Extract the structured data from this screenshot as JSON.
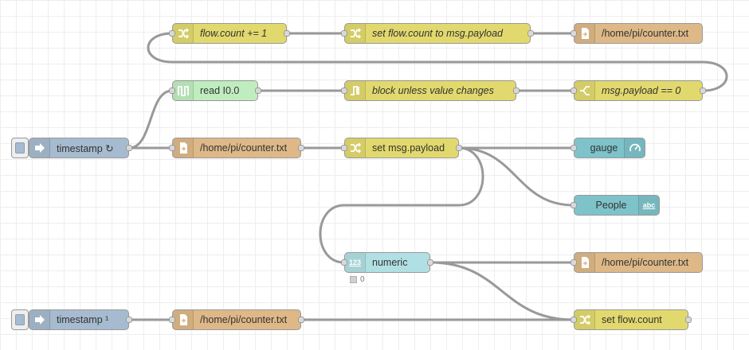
{
  "nodes": {
    "flow_count_inc": {
      "label": "flow.count += 1",
      "icon": "change-icon",
      "color": "#e2d96e"
    },
    "set_flow_count_payload": {
      "label": "set flow.count to msg.payload",
      "icon": "change-icon",
      "color": "#e2d96e"
    },
    "file_write_top": {
      "label": "/home/pi/counter.txt",
      "icon": "file-icon",
      "color": "#deb887"
    },
    "read_io": {
      "label": "read I0.0",
      "icon": "pulse-icon",
      "color": "#c0edc0"
    },
    "rbe_block": {
      "label": "block unless value changes",
      "icon": "rbe-icon",
      "color": "#e2d96e"
    },
    "switch_zero": {
      "label": "msg.payload == 0",
      "icon": "switch-icon",
      "color": "#e2d96e"
    },
    "inject_timestamp_repeat": {
      "label": "timestamp ↻",
      "icon": "inject-icon",
      "color": "#a6bbcf"
    },
    "file_read_middle": {
      "label": "/home/pi/counter.txt",
      "icon": "file-icon",
      "color": "#deb887"
    },
    "set_msg_payload": {
      "label": "set msg.payload",
      "icon": "change-icon",
      "color": "#e2d96e"
    },
    "gauge": {
      "label": "gauge",
      "icon": "gauge-icon",
      "color": "#7ec3c9"
    },
    "people": {
      "label": "People",
      "icon": "text-icon",
      "color": "#7ec3c9",
      "icon_text": "abc"
    },
    "numeric": {
      "label": "numeric",
      "icon": "numeric-icon",
      "color": "#b1e0e4",
      "icon_text": "123"
    },
    "numeric_status": {
      "text": "0"
    },
    "file_write_bottom": {
      "label": "/home/pi/counter.txt",
      "icon": "file-icon",
      "color": "#deb887"
    },
    "inject_timestamp_once": {
      "label": "timestamp ¹",
      "icon": "inject-icon",
      "color": "#a6bbcf"
    },
    "file_read_bottom": {
      "label": "/home/pi/counter.txt",
      "icon": "file-icon",
      "color": "#deb887"
    },
    "set_flow_count": {
      "label": "set flow.count",
      "icon": "change-icon",
      "color": "#e2d96e"
    }
  },
  "wires": [
    [
      "flow_count_inc",
      "set_flow_count_payload"
    ],
    [
      "set_flow_count_payload",
      "file_write_top"
    ],
    [
      "switch_zero",
      "flow_count_inc"
    ],
    [
      "read_io",
      "rbe_block"
    ],
    [
      "rbe_block",
      "switch_zero"
    ],
    [
      "inject_timestamp_repeat",
      "read_io"
    ],
    [
      "inject_timestamp_repeat",
      "file_read_middle"
    ],
    [
      "file_read_middle",
      "set_msg_payload"
    ],
    [
      "set_msg_payload",
      "gauge"
    ],
    [
      "set_msg_payload",
      "people"
    ],
    [
      "set_msg_payload",
      "numeric"
    ],
    [
      "numeric",
      "file_write_bottom"
    ],
    [
      "numeric",
      "set_flow_count"
    ],
    [
      "inject_timestamp_once",
      "file_read_bottom"
    ],
    [
      "file_read_bottom",
      "set_flow_count"
    ]
  ]
}
